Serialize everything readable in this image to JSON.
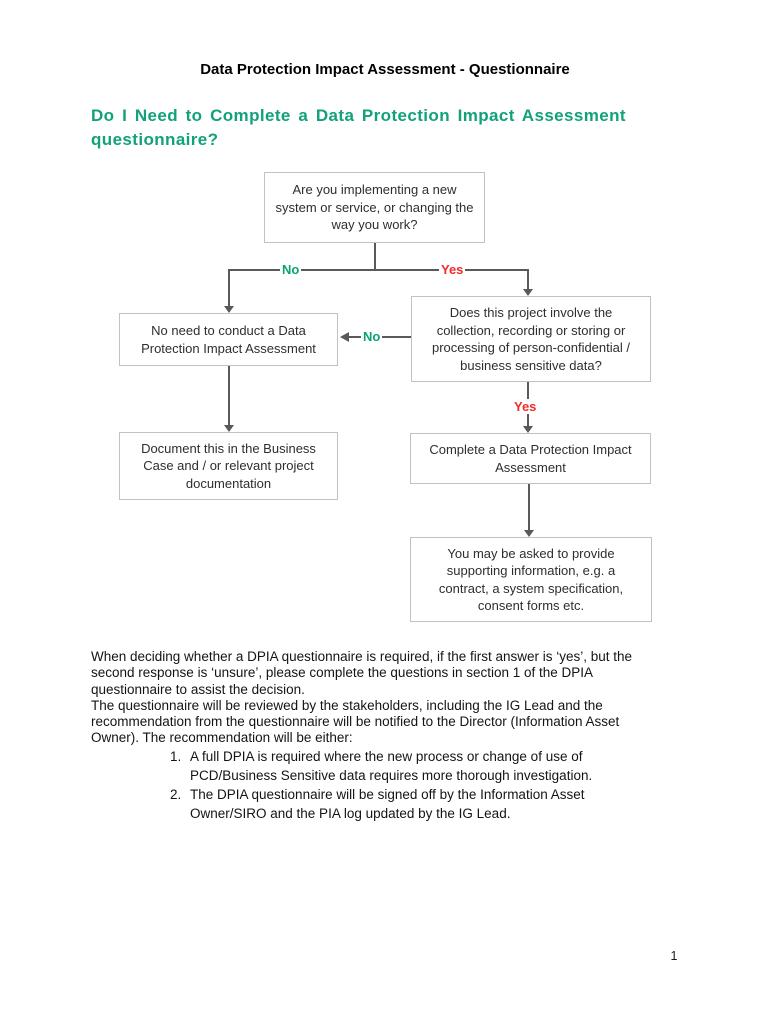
{
  "header": {
    "title": "Data Protection Impact Assessment - Questionnaire"
  },
  "heading": {
    "text": "Do I Need to Complete a Data Protection Impact Assessment questionnaire?"
  },
  "flowchart": {
    "boxes": {
      "q1": "Are you implementing a new system or service, or changing the way you work?",
      "no_need": "No need to conduct a Data Protection Impact Assessment",
      "does_involve": "Does this project involve the collection, recording or storing or processing of person-confidential / business sensitive data?",
      "document": "Document this in the Business Case and / or relevant project documentation",
      "complete": "Complete a Data Protection Impact Assessment",
      "supporting": "You may be asked to provide supporting information, e.g. a contract, a system specification, consent forms etc."
    },
    "labels": {
      "no_branch": "No",
      "yes_branch": "Yes",
      "no_side": "No",
      "yes_down": "Yes"
    },
    "colors": {
      "yes_label": "#f22b2b",
      "no_label": "#0aa378",
      "connector": "#595959",
      "box_border": "#bfc3c5",
      "heading_green": "#12a17b"
    }
  },
  "body": {
    "p1": {
      "lines": [
        "When deciding whether a DPIA questionnaire is required, if the first answer is ‘yes’, but the",
        "second response is ‘unsure’, please complete the questions in section 1 of the DPIA",
        "questionnaire to assist the decision."
      ]
    },
    "p2": {
      "lines": [
        "The questionnaire will be reviewed by the stakeholders, including the IG Lead and the",
        "recommendation from the questionnaire will be notified to the Director (Information Asset",
        "Owner). The recommendation will be either:"
      ]
    },
    "list": [
      {
        "number": "1.",
        "lines": [
          "A full DPIA is required where the new process or change of use of",
          "PCD/Business Sensitive data requires more thorough investigation."
        ]
      },
      {
        "number": "2.",
        "lines": [
          "The DPIA questionnaire will be signed off by the Information Asset",
          "Owner/SIRO and the PIA log updated by the IG Lead."
        ]
      }
    ]
  },
  "footer": {
    "page_number": "1"
  }
}
